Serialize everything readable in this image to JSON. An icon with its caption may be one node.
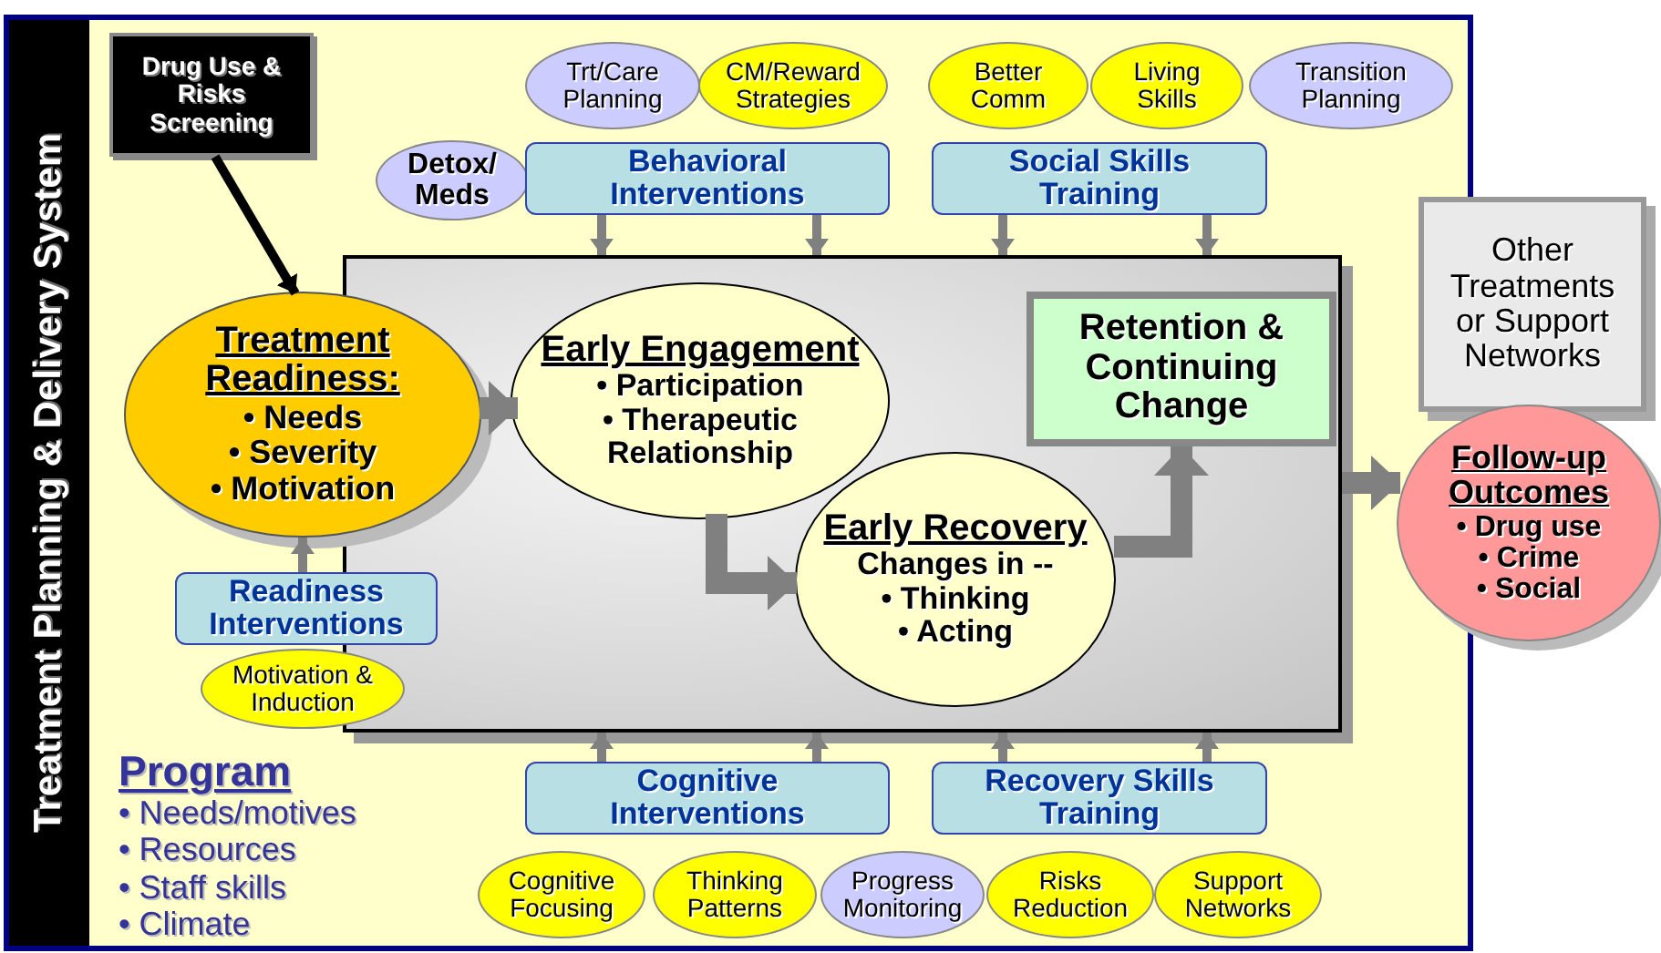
{
  "diagram": {
    "nodes": [
      {
        "text": [
          "Treatment Planning & Delivery System"
        ]
      },
      {
        "text": [
          "Drug Use & Risks Screening"
        ],
        "in": 0
      },
      {
        "text": [
          "Treatment Readiness:",
          "• Needs",
          "• Severity",
          "• Motivation"
        ],
        "in": 0
      },
      {
        "text": [
          "Trt/Care Planning"
        ],
        "in": 0
      },
      {
        "text": [
          "CM/Reward Strategies"
        ],
        "in": 0
      },
      {
        "text": [
          "Better Comm"
        ],
        "in": 0
      },
      {
        "text": [
          "Living Skills"
        ],
        "in": 0
      },
      {
        "text": [
          "Transition Planning"
        ],
        "in": 0
      },
      {
        "text": [
          "Detox/ Meds"
        ],
        "in": 0
      },
      {
        "text": [
          "Behavioral Interventions"
        ],
        "in": 0
      },
      {
        "text": [
          "Social Skills Training"
        ],
        "in": 0
      },
      {
        "text": [],
        "shape": "box",
        "in": 0
      },
      {
        "text": [
          "Early Engagement",
          "• Participation",
          "• Therapeutic Relationship"
        ],
        "in": 11
      },
      {
        "text": [
          "Early Recovery",
          "Changes in --",
          "• Thinking",
          "• Acting"
        ],
        "in": 11
      },
      {
        "text": [
          "Retention & Continuing Change"
        ],
        "in": 11
      },
      {
        "text": [
          "Other Treatments or Support Networks"
        ]
      },
      {
        "text": [
          "Follow-up Outcomes",
          "• Drug use",
          "• Crime",
          "• Social"
        ]
      },
      {
        "text": [
          "Readiness Interventions"
        ],
        "in": 0
      },
      {
        "text": [
          "Motivation & Induction"
        ],
        "in": 0
      },
      {
        "text": [
          "Cognitive Interventions"
        ],
        "in": 0
      },
      {
        "text": [
          "Recovery Skills Training"
        ],
        "in": 0
      },
      {
        "text": [
          "Cognitive Focusing"
        ],
        "in": 0
      },
      {
        "text": [
          "Thinking Patterns"
        ],
        "in": 0
      },
      {
        "text": [
          "Progress Monitoring"
        ],
        "in": 0
      },
      {
        "text": [
          "Risks Reduction"
        ],
        "in": 0
      },
      {
        "text": [
          "Support Networks"
        ],
        "in": 0
      }
    ],
    "edges": [
      {
        "from": 1,
        "to": 2,
        "arrow": "to",
        "color": "#000000"
      },
      {
        "from": 9,
        "to": 11,
        "arrow": "to"
      },
      {
        "from": 9,
        "to": 11,
        "arrow": "to"
      },
      {
        "from": 10,
        "to": 11,
        "arrow": "to"
      },
      {
        "from": 10,
        "to": 11,
        "arrow": "to"
      },
      {
        "from": 17,
        "to": 2,
        "arrow": "to"
      },
      {
        "from": 2,
        "to": 12,
        "arrow": "to",
        "style": "thick"
      },
      {
        "from": 12,
        "to": 13,
        "arrow": "to",
        "style": "thick"
      },
      {
        "from": 13,
        "to": 14,
        "arrow": "to",
        "style": "thick"
      },
      {
        "from": 11,
        "to": 16,
        "arrow": "to",
        "style": "thick"
      },
      {
        "from": 19,
        "to": 11,
        "arrow": "to"
      },
      {
        "from": 19,
        "to": 11,
        "arrow": "to"
      },
      {
        "from": 20,
        "to": 11,
        "arrow": "to"
      },
      {
        "from": 20,
        "to": 11,
        "arrow": "to"
      }
    ],
    "labels": [
      "Program",
      "• Needs/motives",
      "• Resources",
      "• Staff skills",
      "• Climate"
    ]
  }
}
